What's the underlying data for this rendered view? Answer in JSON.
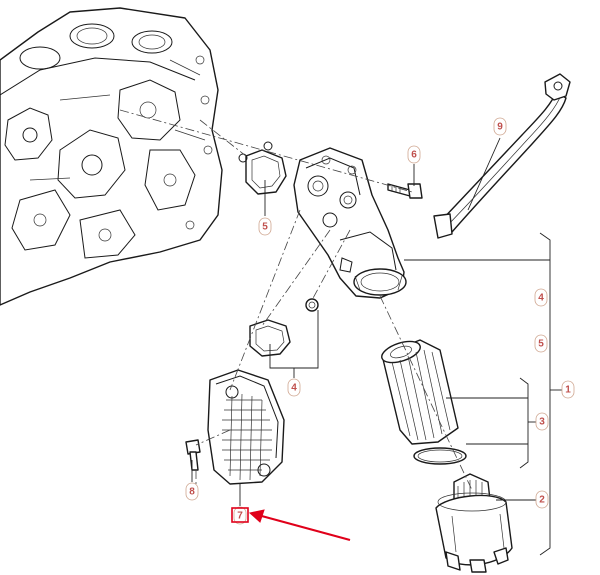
{
  "callouts": {
    "p1": "1",
    "p2": "2",
    "p3": "3",
    "p4_bracket": "4",
    "p4_side": "4",
    "p5_bracket": "5",
    "p5_side": "5",
    "p6": "6",
    "p7": "7",
    "p8": "8",
    "p9": "9"
  },
  "colors": {
    "line": "#1a1a1a",
    "callout_text": "#c0504d",
    "highlight_box": "#e0001a",
    "arrow": "#e0001a"
  }
}
